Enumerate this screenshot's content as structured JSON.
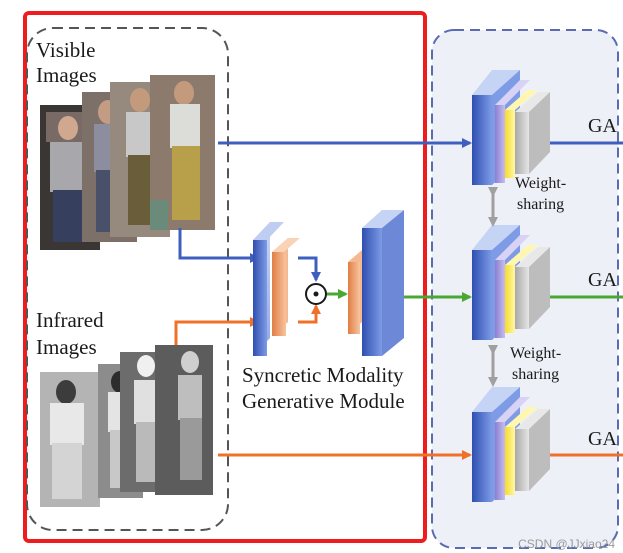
{
  "labels": {
    "visible_images": [
      "Visible",
      "Images"
    ],
    "infrared_images": [
      "Infrared",
      "Images"
    ],
    "module": [
      "Syncretic Modality",
      "Generative Module"
    ],
    "weight_sharing_1": [
      "Weight-",
      "sharing"
    ],
    "weight_sharing_2": [
      "Weight-",
      "sharing"
    ],
    "ga_top": "GA",
    "ga_mid": "GA",
    "ga_bot": "GA",
    "fusion_symbol": "⊙"
  },
  "watermark": "CSDN @JJxiao24",
  "colors": {
    "red_box": "#ee1c1c",
    "dashed_gray": "#555555",
    "dashed_blue": "#5a6bb4",
    "blue_panel_bg": "#eef0f8",
    "blue_arrow": "#3f5fbf",
    "orange_arrow": "#f0702a",
    "green_arrow": "#4aa832",
    "block_blue": "#5a7ad0",
    "block_orange": "#f4a574",
    "block_purple": "#a79ad8",
    "block_yellow": "#fff06a",
    "block_gray": "#cfcfcf"
  }
}
